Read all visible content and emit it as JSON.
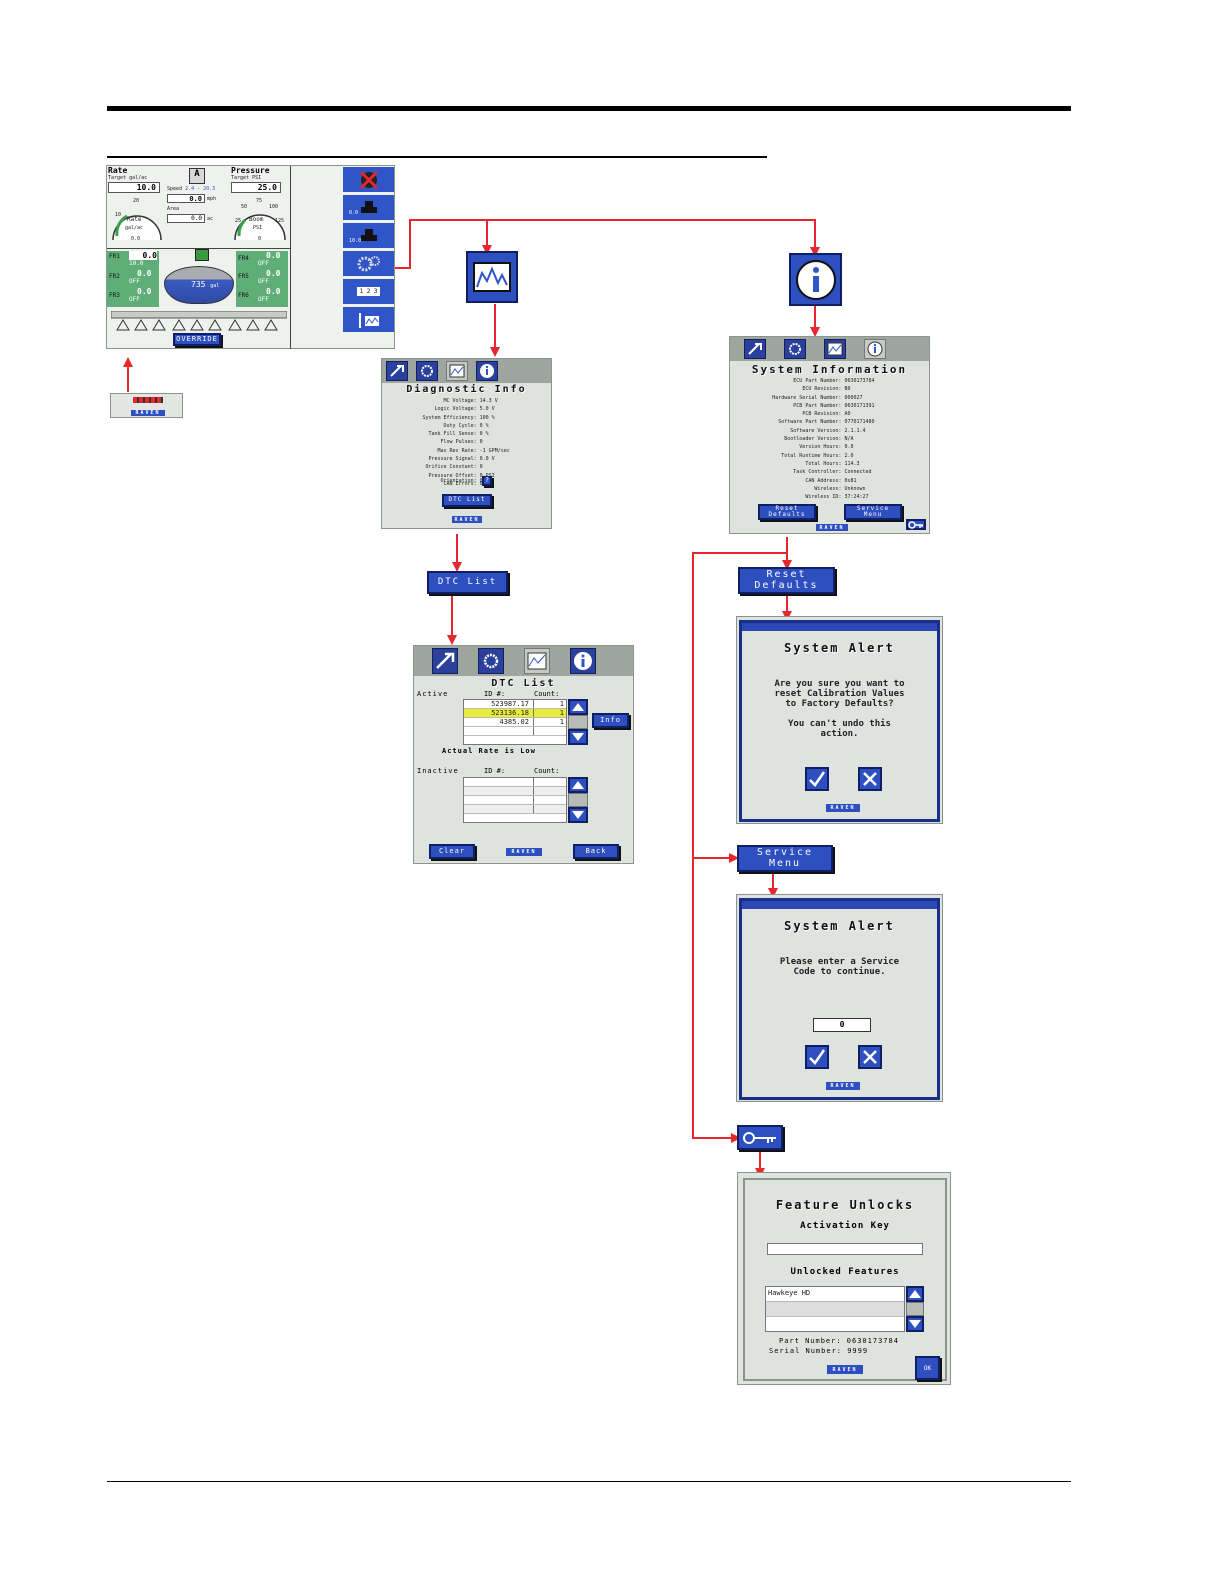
{
  "main_screen": {
    "rate": {
      "title": "Rate",
      "target_label": "Target",
      "unit": "gal/ac",
      "target_value": "10.0",
      "dial_top": "20",
      "dial_left": "10",
      "dial_label": "Rate",
      "dial_unit": "gal/ac",
      "dial_value": "0.0",
      "dial_min": "0",
      "dial_max": "40"
    },
    "center": {
      "speed_label": "Speed",
      "speed_range": "2.4 - 20.3",
      "speed_value": "0.0",
      "speed_unit": "mph",
      "area_label": "Area",
      "area_value": "0.0",
      "area_unit": "ac"
    },
    "pressure": {
      "title": "Pressure",
      "target_label": "Target",
      "unit": "PSI",
      "target_value": "25.0",
      "dial_top": "75",
      "dial_l1": "50",
      "dial_r1": "100",
      "dial_l2": "25",
      "dial_r2": "125",
      "dial_label": "Boom",
      "dial_unit": "PSI",
      "dial_value": "0",
      "dial_min": "0",
      "dial_max": "150"
    },
    "sections_left": [
      {
        "label": "FR1",
        "value": "0.0",
        "sub": "10.0"
      },
      {
        "label": "FR2",
        "value": "0.0",
        "sub": "OFF"
      },
      {
        "label": "FR3",
        "value": "0.0",
        "sub": "OFF"
      }
    ],
    "sections_right": [
      {
        "label": "FR4",
        "value": "0.0",
        "sub": "OFF"
      },
      {
        "label": "FR5",
        "value": "0.0",
        "sub": "OFF"
      },
      {
        "label": "FR6",
        "value": "0.0",
        "sub": "OFF"
      }
    ],
    "tank": {
      "value": "735",
      "unit": "gal"
    },
    "override": "OVERRIDE",
    "side_values": [
      "0.0",
      "10.0"
    ],
    "side_label": "1 2 3"
  },
  "keypad_label": "RAVEN",
  "diagnostic": {
    "title": "Diagnostic Info",
    "rows": [
      {
        "k": "MC Voltage:",
        "v": "14.3   V"
      },
      {
        "k": "Logic Voltage:",
        "v": "5.0   V"
      },
      {
        "k": "System Efficiency:",
        "v": "100   %"
      },
      {
        "k": "Duty Cycle:",
        "v": "0   %"
      },
      {
        "k": "Tank Fill Sense:",
        "v": "0   %"
      },
      {
        "k": "Flow Pulses:",
        "v": "0"
      },
      {
        "k": "Max Rev Rate:",
        "v": "-1   GPM/sec"
      },
      {
        "k": "Pressure Signal:",
        "v": "0.0   V"
      },
      {
        "k": "Orifice Constant:",
        "v": "0"
      },
      {
        "k": "Pressure Offset:",
        "v": "0   PSI"
      },
      {
        "k": "CAN Errors:",
        "v": "0"
      }
    ],
    "orientation_label": "Orientation:",
    "orientation_value": "0",
    "help": "?",
    "dtc_button": "DTC List",
    "raven": "RAVEN"
  },
  "dtc_button_large": "DTC List",
  "dtc": {
    "title": "DTC List",
    "active_label": "Active",
    "id_header": "ID #:",
    "count_header": "Count:",
    "active_rows": [
      {
        "id": "523987.17",
        "count": "1"
      },
      {
        "id": "523136.18",
        "count": "1"
      },
      {
        "id": "4385.02",
        "count": "1"
      }
    ],
    "info": "Info",
    "message": "Actual Rate is Low",
    "inactive_label": "Inactive",
    "clear": "Clear",
    "raven": "RAVEN",
    "back": "Back"
  },
  "sysinfo": {
    "title": "System Information",
    "rows": [
      {
        "k": "ECU Part Number:",
        "v": "0630173784"
      },
      {
        "k": "ECU Revision:",
        "v": "B0"
      },
      {
        "k": "Hardware Serial Number:",
        "v": "000027"
      },
      {
        "k": "PCB Part Number:",
        "v": "0630171391"
      },
      {
        "k": "PCB Revision:",
        "v": "A0"
      },
      {
        "k": "Software Part Number:",
        "v": "0770171480"
      },
      {
        "k": "Software Version:",
        "v": "2.1.1.4"
      },
      {
        "k": "Bootloader Version:",
        "v": "N/A"
      },
      {
        "k": "Version Hours:",
        "v": "0.0"
      },
      {
        "k": "Total Runtime Hours:",
        "v": "2.0"
      },
      {
        "k": "Total Hours:",
        "v": "114.3"
      },
      {
        "k": "Task Controller:",
        "v": "Connected"
      },
      {
        "k": "CAN Address:",
        "v": "0x81"
      },
      {
        "k": "Wireless:",
        "v": "Unknown"
      },
      {
        "k": "Wireless ID:",
        "v": "37:24:27"
      }
    ],
    "reset_l1": "Reset",
    "reset_l2": "Defaults",
    "service_l1": "Service",
    "service_l2": "Menu",
    "raven": "RAVEN"
  },
  "reset_button": {
    "l1": "Reset",
    "l2": "Defaults"
  },
  "alert_reset": {
    "title": "System Alert",
    "line1": "Are you sure you want to",
    "line2": "reset Calibration Values",
    "line3": "to Factory Defaults?",
    "line4": "You can't undo this",
    "line5": "action.",
    "raven": "RAVEN"
  },
  "service_button": {
    "l1": "Service",
    "l2": "Menu"
  },
  "alert_service": {
    "title": "System Alert",
    "line1": "Please enter a Service",
    "line2": "Code to continue.",
    "code": "0",
    "raven": "RAVEN"
  },
  "unlocks": {
    "title": "Feature Unlocks",
    "activation_label": "Activation Key",
    "unlocked_label": "Unlocked Features",
    "features": [
      "Hawkeye HD",
      "",
      ""
    ],
    "part_number": "Part Number: 0630173784",
    "serial_number": "Serial Number: 9999",
    "raven": "RAVEN",
    "ok": "OK"
  },
  "colors": {
    "arrow": "#e8262d",
    "blue": "#2d4fc0",
    "panel": "#dfe3df",
    "green": "#5fae78",
    "highlight": "#e8ec3a"
  }
}
